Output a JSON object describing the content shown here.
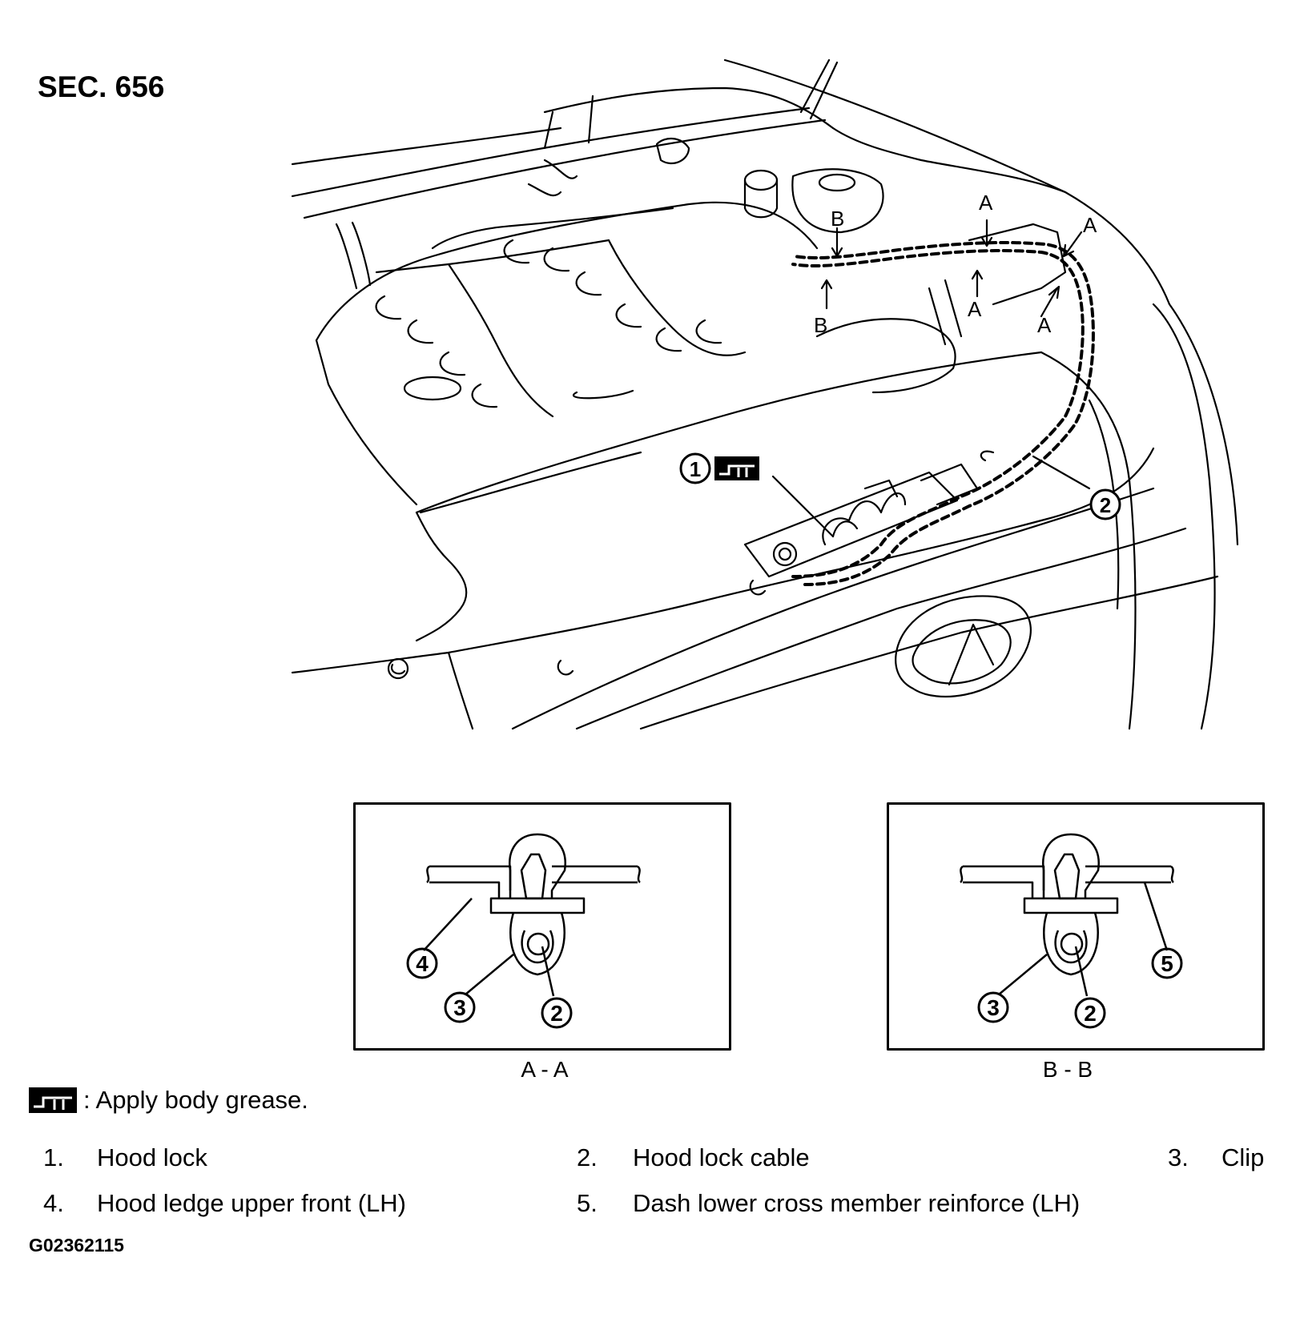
{
  "section_title": "SEC. 656",
  "image_code": "G02362115",
  "grease_note": ": Apply body grease.",
  "callout_letters": {
    "a": "A",
    "b": "B"
  },
  "callout_numbers": {
    "n1": "1",
    "n2": "2",
    "n3": "3",
    "n4": "4",
    "n5": "5"
  },
  "detail_views": [
    {
      "caption": "A - A"
    },
    {
      "caption": "B - B"
    }
  ],
  "legend": [
    {
      "num": "1.",
      "label": "Hood lock"
    },
    {
      "num": "2.",
      "label": "Hood lock cable"
    },
    {
      "num": "3.",
      "label": "Clip"
    },
    {
      "num": "4.",
      "label": "Hood ledge upper front (LH)"
    },
    {
      "num": "5.",
      "label": "Dash lower cross member reinforce (LH)"
    }
  ]
}
